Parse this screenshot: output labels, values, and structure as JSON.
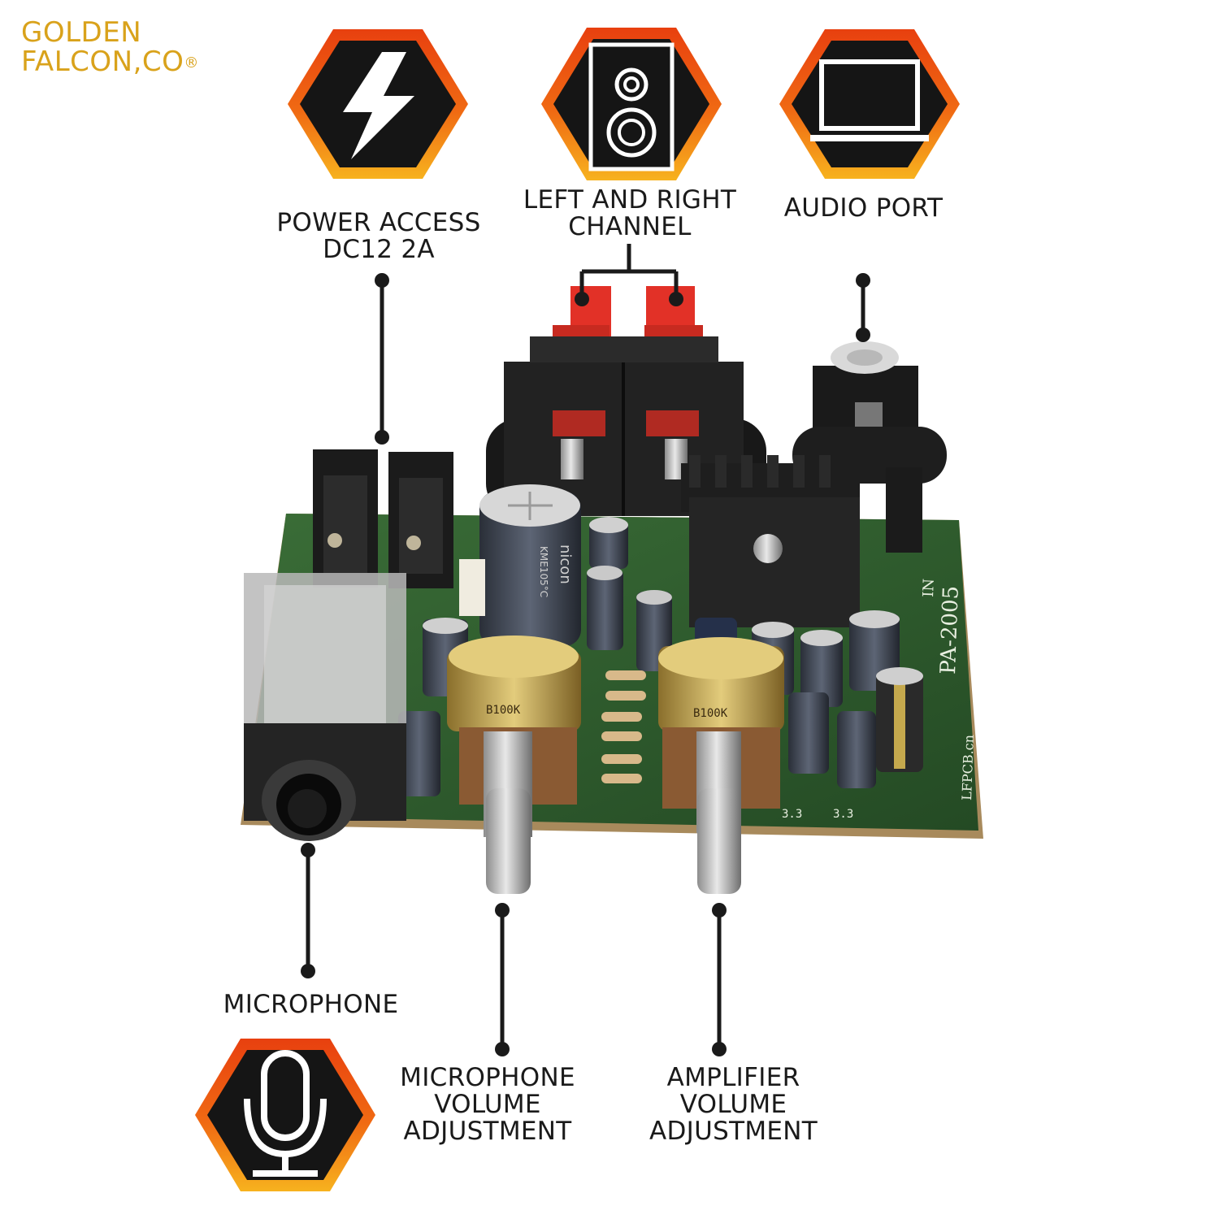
{
  "brand": {
    "line1": "GOLDEN",
    "line2": "FALCON,CO",
    "mark": "®"
  },
  "labels": {
    "power": [
      "POWER ACCESS",
      "DC12 2A"
    ],
    "channel": [
      "LEFT AND RIGHT",
      "CHANNEL"
    ],
    "audio": "AUDIO PORT",
    "microphone": "MICROPHONE",
    "mic_volume": [
      "MICROPHONE VOLUME",
      "ADJUSTMENT"
    ],
    "amp_volume": [
      "AMPLIFIER VOLUME",
      "ADJUSTMENT"
    ]
  },
  "board": {
    "model": "PA-2005",
    "site": "LFPCB.cn",
    "pot_label": "B100K",
    "silk_left": "3.3",
    "silk_right": "3.3",
    "cap_brand": "nicon",
    "cap_rating": "KME105°C",
    "pcb_marking": "IN"
  },
  "icons": [
    "power-bolt-icon",
    "speaker-icon",
    "laptop-icon",
    "microphone-icon"
  ],
  "colors": {
    "hex_outer": "#e8400f",
    "hex_inner_ring": "#f7a91c",
    "hex_fill": "#151515",
    "brand": "#d9a21b",
    "pcb": "#2d5a2c",
    "terminal_red": "#e23127"
  }
}
